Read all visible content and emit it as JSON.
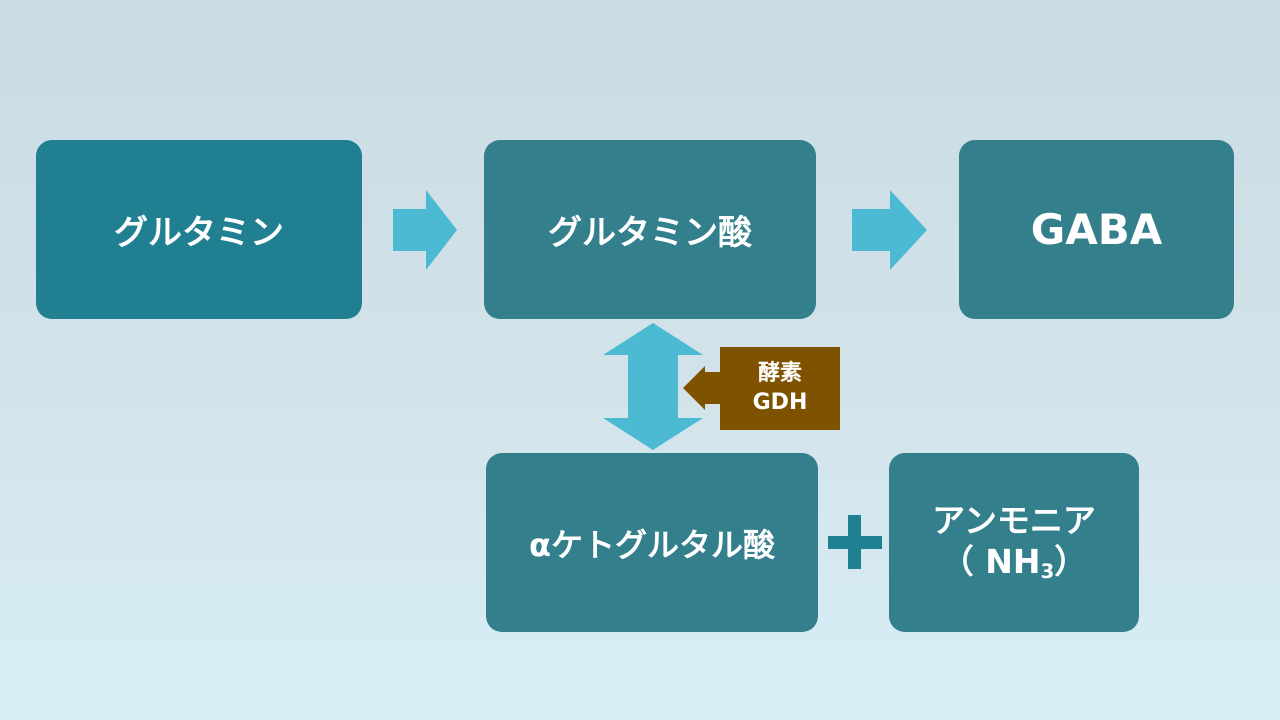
{
  "nodes": {
    "glutamine": "グルタミン",
    "glutamic_acid": "グルタミン酸",
    "gaba": "GABA",
    "alpha_ketoglutaric_acid": "αケトグルタル酸",
    "ammonia_name": "アンモニア",
    "ammonia_formula_open": "（ NH",
    "ammonia_formula_sub": "3",
    "ammonia_formula_close": "）"
  },
  "enzyme": {
    "line1": "酵素",
    "line2": "GDH"
  },
  "colors": {
    "box_primary": "#217f92",
    "box_secondary": "#33808c",
    "arrow": "#4bbad2",
    "enzyme_bg": "#7f5200"
  },
  "icons": {
    "plus": "plus-icon",
    "arrows": [
      "arrow-right-icon",
      "arrow-right-icon",
      "double-arrow-vertical-icon",
      "arrow-left-icon"
    ]
  }
}
